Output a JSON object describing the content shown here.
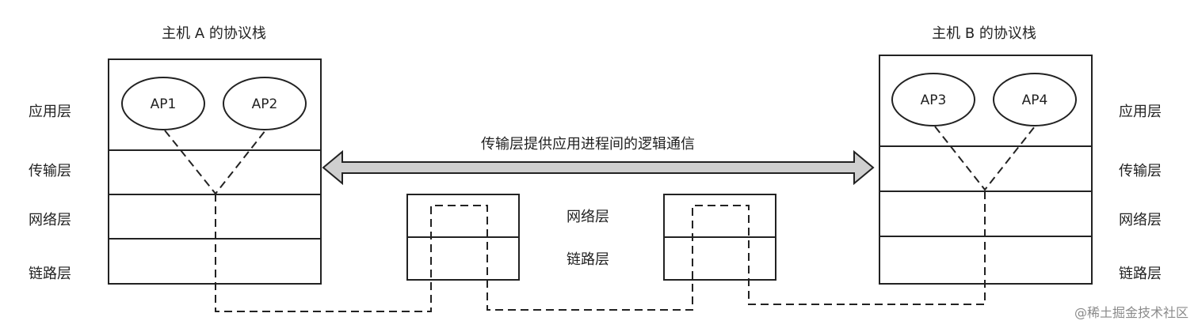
{
  "host_a": {
    "title": "主机 A 的协议栈",
    "layers": [
      "应用层",
      "传输层",
      "网络层",
      "链路层"
    ],
    "apps": [
      "AP1",
      "AP2"
    ]
  },
  "host_b": {
    "title": "主机 B 的协议栈",
    "layers": [
      "应用层",
      "传输层",
      "网络层",
      "链路层"
    ],
    "apps": [
      "AP3",
      "AP4"
    ]
  },
  "arrow_caption": "传输层提供应用进程间的逻辑通信",
  "router_layers": [
    "网络层",
    "链路层"
  ],
  "watermark": "@稀土掘金技术社区"
}
